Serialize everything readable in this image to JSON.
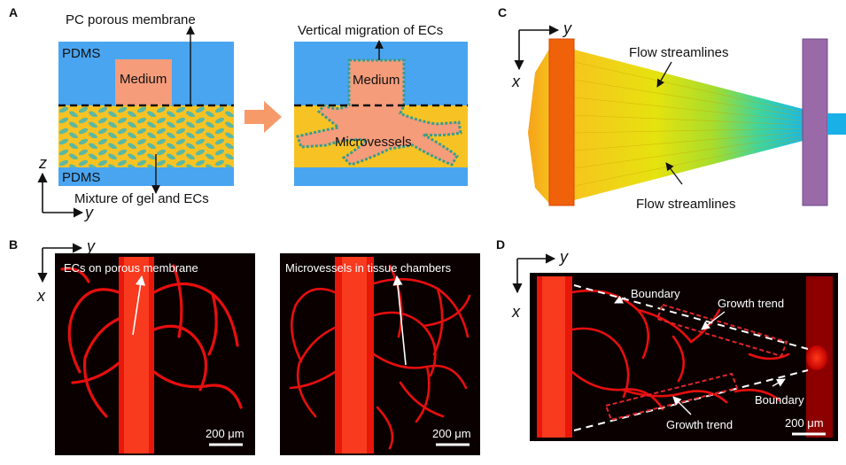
{
  "panels": {
    "A": {
      "letter": "A",
      "pc_membrane": "PC porous membrane",
      "pdms_top": "PDMS",
      "medium_left": "Medium",
      "pdms_bottom": "PDMS",
      "mixture": "Mixture of gel and ECs",
      "vertical_migration": "Vertical migration of ECs",
      "medium_right": "Medium",
      "microvessels": "Microvessels",
      "axis_z": "z",
      "axis_y": "y"
    },
    "B": {
      "letter": "B",
      "axis_y": "y",
      "axis_x": "x",
      "ecs_label": "ECs on porous membrane",
      "microvessels_label": "Microvessels in tissue chambers",
      "scale_left": "200 μm",
      "scale_right": "200 μm"
    },
    "C": {
      "letter": "C",
      "axis_y": "y",
      "axis_x": "x",
      "flow_top": "Flow streamlines",
      "flow_bottom": "Flow streamlines"
    },
    "D": {
      "letter": "D",
      "axis_y": "y",
      "axis_x": "x",
      "boundary_top": "Boundary",
      "growth_top": "Growth trend",
      "boundary_bottom": "Boundary",
      "growth_bottom": "Growth trend",
      "scale": "200 μm"
    }
  },
  "colors": {
    "pdms": "#4aa5f0",
    "gel": "#f7c324",
    "medium": "#f59c7a",
    "cell": "#3a9a8a",
    "arrow": "#f79a6a",
    "vessel": "#ff1010",
    "dashed_red": "#e0262a"
  }
}
